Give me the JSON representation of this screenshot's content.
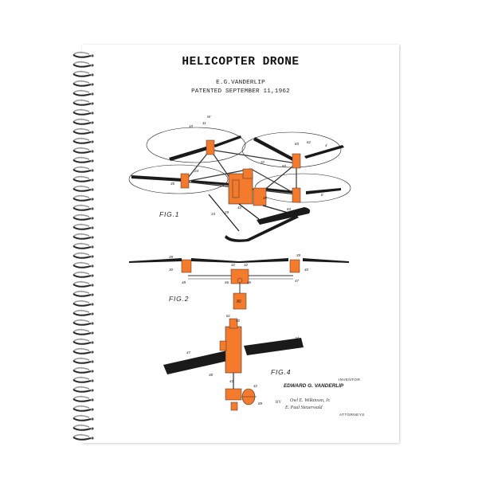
{
  "image": {
    "subject": "Spiral notebook with patent drawing print",
    "title": "HELICOPTER DRONE",
    "inventor_line": "E.G.VANDERLIP",
    "patent_line": "PATENTED SEPTEMBER 11,1962",
    "figures": {
      "fig1": "FIG.1",
      "fig2": "FIG.2",
      "fig4": "FIG.4"
    },
    "inventor_caption": "INVENTOR",
    "inventor_name": "EDWARD G. VANDERLIP",
    "attorneys_caption": "ATTORNEYS",
    "by_label": "BY",
    "signature_1": "Owl E. Wilkinson, Jr.",
    "signature_2": "E. Paul Steuerwald",
    "accent_color": "#f47a2c",
    "ink_color": "#1a1a1a"
  }
}
